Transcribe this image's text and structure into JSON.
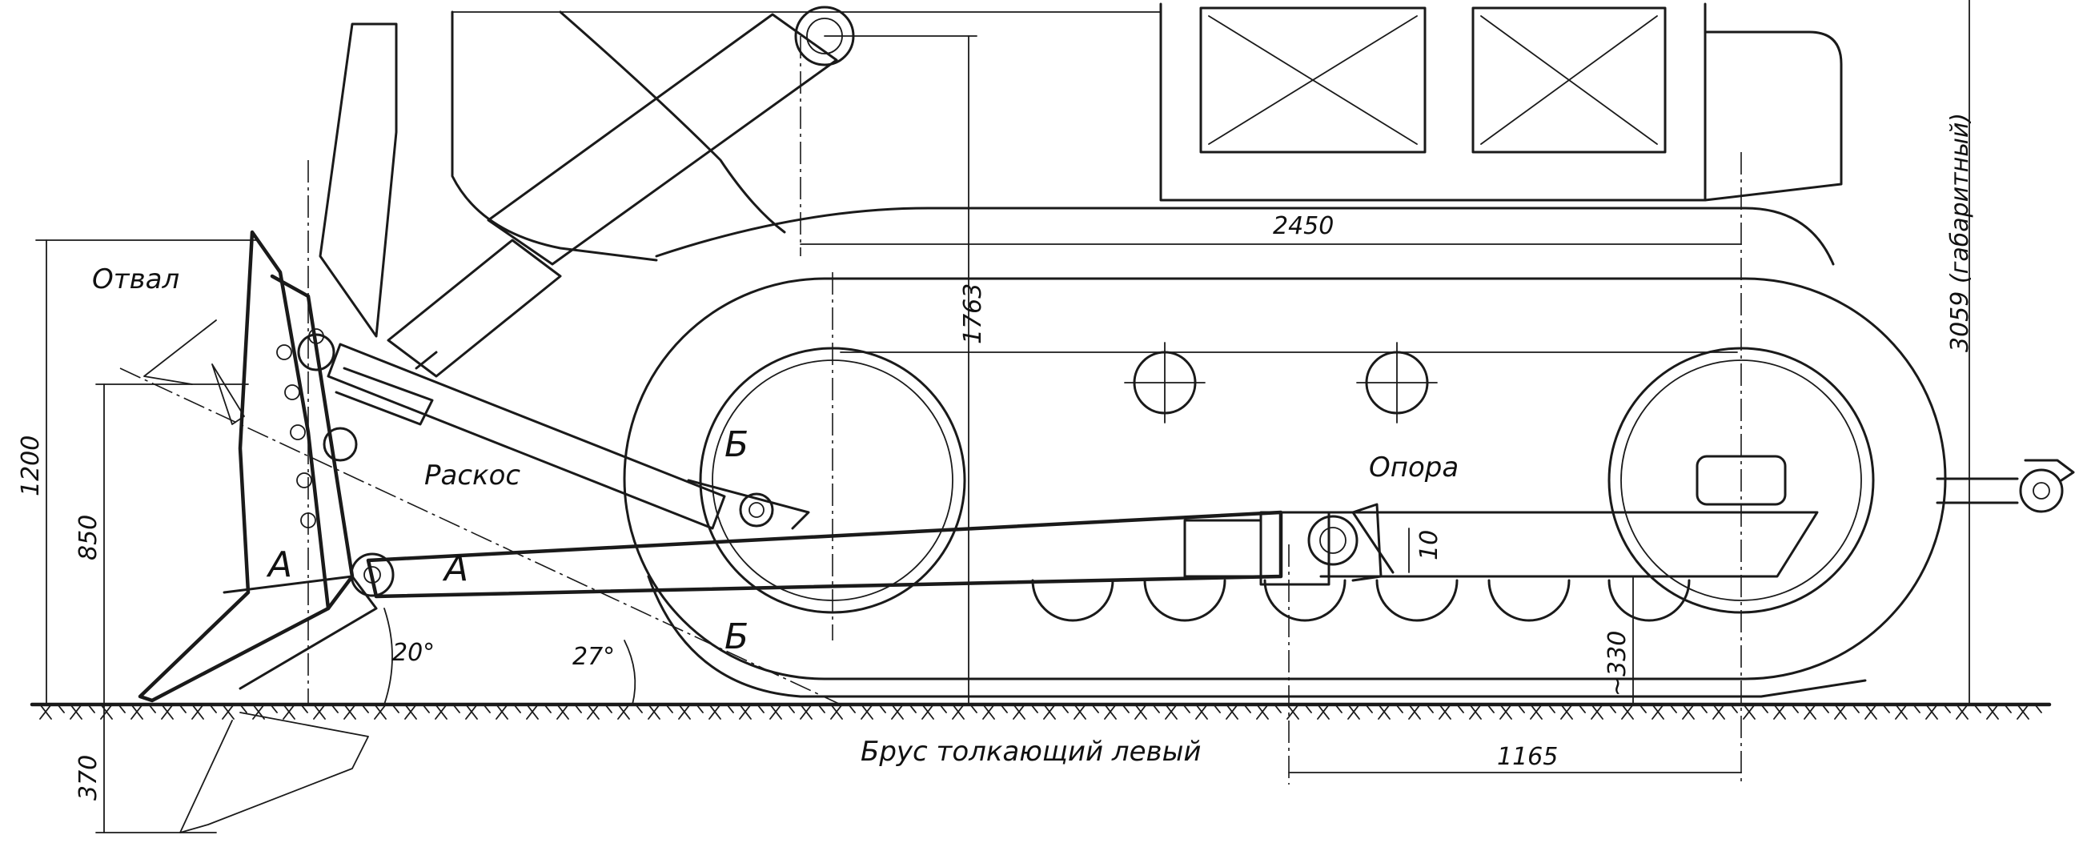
{
  "labels": {
    "otval": "Отвал",
    "raskos": "Раскос",
    "opora": "Опора",
    "brus": "Брус толкающий левый",
    "section_a_left": "A",
    "section_a_right": "A",
    "section_b_top": "Б",
    "section_b_bottom": "Б"
  },
  "dimensions": {
    "d2450": "2450",
    "d1763": "1763",
    "d3059": "3059 (габаритный)",
    "d1200": "1200",
    "d850": "850",
    "d370": "370",
    "d10": "10",
    "d330": "~330",
    "d1165": "1165",
    "angle20": "20°",
    "angle27": "27°"
  }
}
